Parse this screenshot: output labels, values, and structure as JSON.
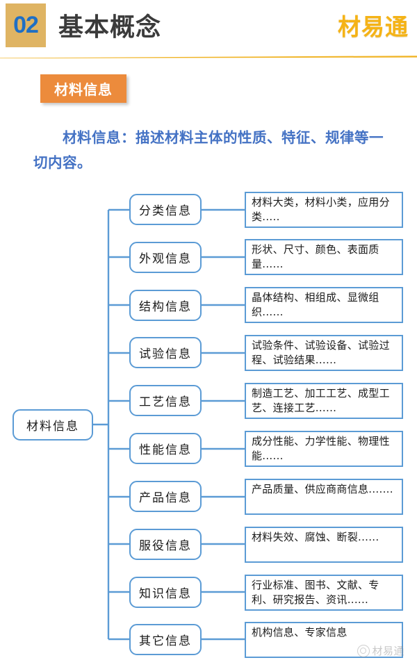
{
  "header": {
    "number": "02",
    "title": "基本概念",
    "brand": "材易通",
    "badge_color": "#dfb463",
    "number_color": "#1f6fc4",
    "brand_color": "#f5b316",
    "rule_color": "#f0b323"
  },
  "section": {
    "badge_label": "材料信息",
    "badge_color": "#ec8b3c",
    "intro": "材料信息：描述材料主体的性质、特征、规律等一切内容。",
    "intro_color": "#4472c4"
  },
  "mindmap": {
    "line_color": "#5b9bd5",
    "root": "材料信息",
    "branches": [
      {
        "label": "分类信息",
        "detail": "材料大类，材料小类，应用分类....."
      },
      {
        "label": "外观信息",
        "detail": "形状、尺寸、颜色、表面质量......"
      },
      {
        "label": "结构信息",
        "detail": "晶体结构、相组成、显微组织......"
      },
      {
        "label": "试验信息",
        "detail": "试验条件、试验设备、试验过程、试验结果......"
      },
      {
        "label": "工艺信息",
        "detail": "制造工艺、加工工艺、成型工艺、连接工艺......"
      },
      {
        "label": "性能信息",
        "detail": "成分性能、力学性能、物理性能......"
      },
      {
        "label": "产品信息",
        "detail": "产品质量、供应商商信息......."
      },
      {
        "label": "服役信息",
        "detail": "材料失效、腐蚀、断裂......"
      },
      {
        "label": "知识信息",
        "detail": "行业标准、图书、文献、专利、研究报告、资讯......"
      },
      {
        "label": "其它信息",
        "detail": "机构信息、专家信息"
      }
    ]
  },
  "watermark": {
    "text": "材易通",
    "icon": "circle-logo-icon"
  }
}
